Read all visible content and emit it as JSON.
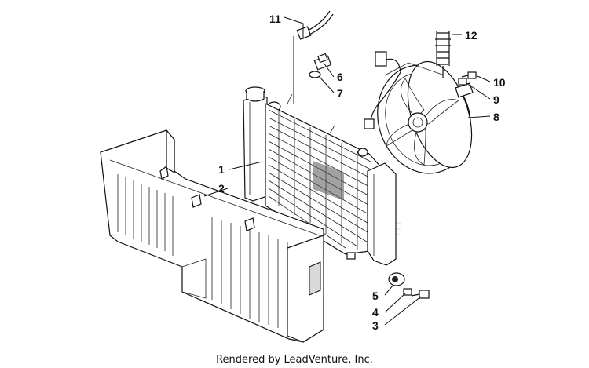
{
  "callouts": [
    {
      "id": "1",
      "text": "1"
    },
    {
      "id": "2",
      "text": "2"
    },
    {
      "id": "3",
      "text": "3"
    },
    {
      "id": "4",
      "text": "4"
    },
    {
      "id": "5",
      "text": "5"
    },
    {
      "id": "6",
      "text": "6"
    },
    {
      "id": "7",
      "text": "7"
    },
    {
      "id": "8",
      "text": "8"
    },
    {
      "id": "9",
      "text": "9"
    },
    {
      "id": "10",
      "text": "10"
    },
    {
      "id": "11",
      "text": "11"
    },
    {
      "id": "12",
      "text": "12"
    }
  ],
  "footer": "Rendered by LeadVenture, Inc.",
  "watermark": "LEADVENTURE",
  "icons": [
    "radiator-drawing",
    "shroud-drawing",
    "fan-assembly-drawing",
    "watermark-logo-icon"
  ]
}
